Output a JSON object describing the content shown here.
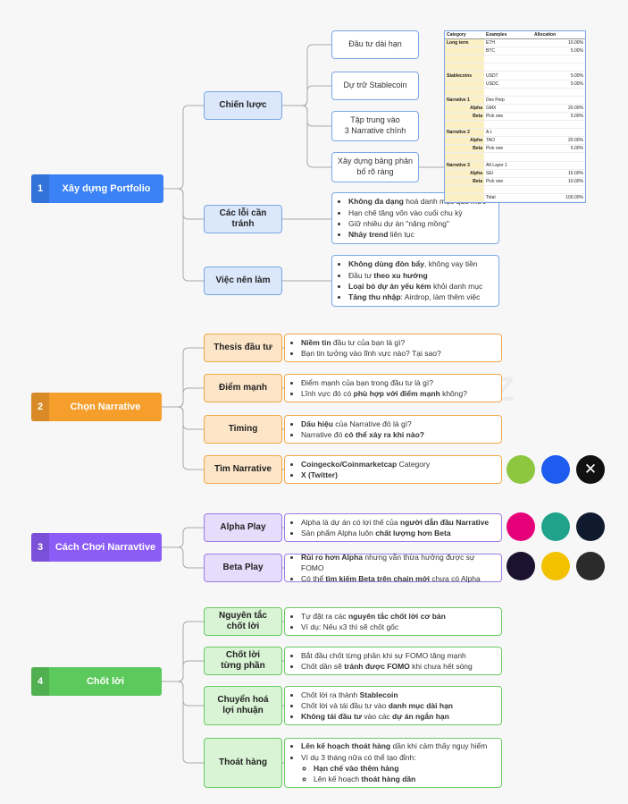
{
  "sections": [
    {
      "num": "1",
      "title": "Xây dựng Portfolio",
      "color": "#3b82f6"
    },
    {
      "num": "2",
      "title": "Chọn Narrative",
      "color": "#f59e2c"
    },
    {
      "num": "3",
      "title": "Cách Chơi Narravtive",
      "color": "#8b5cf6"
    },
    {
      "num": "4",
      "title": "Chốt lời",
      "color": "#5cc95c"
    }
  ],
  "s1": {
    "strategy": "Chiến lược",
    "leaves": [
      "Đầu tư dài hạn",
      "Dự trữ Stablecoin",
      "Tập trung vào\n3 Narrative chính",
      "Xây dựng bảng phân\nbổ rõ ràng"
    ],
    "mistakes": "Các lỗi cần tránh",
    "mistakes_items": [
      [
        {
          "t": "Không đa dạng",
          "b": true
        },
        {
          "t": " hoá danh mục quá mức"
        }
      ],
      [
        {
          "t": "Hạn chế tăng vốn vào cuối chu kỳ"
        }
      ],
      [
        {
          "t": "Giữ nhiều dự án \"nặng mồng\""
        }
      ],
      [
        {
          "t": "Nhảy trend",
          "b": true
        },
        {
          "t": " liên tục"
        }
      ]
    ],
    "todo": "Việc nên làm",
    "todo_items": [
      [
        {
          "t": "Không dùng đòn bẩy",
          "b": true
        },
        {
          "t": ", không vay tiền"
        }
      ],
      [
        {
          "t": "Đầu tư "
        },
        {
          "t": "theo xu hướng",
          "b": true
        }
      ],
      [
        {
          "t": "Loại bỏ dự án yếu kém",
          "b": true
        },
        {
          "t": " khỏi danh mục"
        }
      ],
      [
        {
          "t": "Tăng thu nhập",
          "b": true
        },
        {
          "t": ": Airdrop, làm thêm việc"
        }
      ]
    ]
  },
  "table": {
    "headers": [
      "Category",
      "Examples",
      "Allocation"
    ],
    "rows": [
      [
        "Long term",
        "ETH",
        "10.00%"
      ],
      [
        "",
        "BTC",
        "5.00%"
      ],
      [
        "",
        "",
        ""
      ],
      [
        "",
        "",
        ""
      ],
      [
        "Stablecoins",
        "USDT",
        "5.00%"
      ],
      [
        "",
        "USDC",
        "5.00%"
      ],
      [
        "",
        "",
        ""
      ],
      [
        "Narrative 1",
        "Dex Perp",
        ""
      ],
      [
        "Alpha",
        "GMX",
        "20.00%"
      ],
      [
        "Beta",
        "Pick one",
        "5.00%"
      ],
      [
        "",
        "",
        ""
      ],
      [
        "Narrative 2",
        "A.I.",
        ""
      ],
      [
        "Alpha",
        "TAO",
        "20.00%"
      ],
      [
        "Beta",
        "Pick one",
        "5.00%"
      ],
      [
        "",
        "",
        ""
      ],
      [
        "Narrative 3",
        "Alt Layer 1",
        ""
      ],
      [
        "Alpha",
        "SEI",
        "15.00%"
      ],
      [
        "Beta",
        "Pick one",
        "10.00%"
      ],
      [
        "",
        "",
        ""
      ],
      [
        "",
        "Total",
        "100.00%"
      ]
    ]
  },
  "s2": {
    "items": [
      {
        "label": "Thesis đầu tư",
        "lines": [
          [
            {
              "t": "Niềm tin",
              "b": true
            },
            {
              "t": " đầu tư của bạn là gì?"
            }
          ],
          [
            {
              "t": "Bạn tin tưởng vào lĩnh vực nào? Tại sao?"
            }
          ]
        ]
      },
      {
        "label": "Điểm mạnh",
        "lines": [
          [
            {
              "t": "Điểm mạnh của bạn trong đầu tư là gì?"
            }
          ],
          [
            {
              "t": "Lĩnh vực đó có "
            },
            {
              "t": "phù hợp với điểm mạnh",
              "b": true
            },
            {
              "t": " không?"
            }
          ]
        ]
      },
      {
        "label": "Timing",
        "lines": [
          [
            {
              "t": "Dấu hiệu",
              "b": true
            },
            {
              "t": " của Narrative đó là gì?"
            }
          ],
          [
            {
              "t": "Narrative đó "
            },
            {
              "t": "có thể xảy ra khi nào?",
              "b": true
            }
          ]
        ]
      },
      {
        "label": "Tìm Narrative",
        "lines": [
          [
            {
              "t": "Coingecko/Coinmarketcap",
              "b": true
            },
            {
              "t": " Category"
            }
          ],
          [
            {
              "t": "X (Twitter)",
              "b": true
            }
          ]
        ]
      }
    ]
  },
  "s3": {
    "items": [
      {
        "label": "Alpha Play",
        "lines": [
          [
            {
              "t": "Alpha là dự án có lợi thế của "
            },
            {
              "t": "người dẫn đầu Narrative",
              "b": true
            }
          ],
          [
            {
              "t": "Sản phẩm Alpha luôn "
            },
            {
              "t": "chất lượng hơn Beta",
              "b": true
            }
          ]
        ]
      },
      {
        "label": "Beta Play",
        "lines": [
          [
            {
              "t": "Rủi ro hơn Alpha",
              "b": true
            },
            {
              "t": " nhưng vẫn thừa hưởng được sự FOMO"
            }
          ],
          [
            {
              "t": "Có thể "
            },
            {
              "t": "tìm kiếm Beta trên chain mới",
              "b": true
            },
            {
              "t": " chưa có Alpha"
            }
          ]
        ]
      }
    ]
  },
  "s4": {
    "items": [
      {
        "label": "Nguyên tắc\nchốt lời",
        "lines": [
          [
            {
              "t": "Tự đặt ra các "
            },
            {
              "t": "nguyên tắc chốt lời cơ bản",
              "b": true
            }
          ],
          [
            {
              "t": "Ví dụ: Nếu x3 thì sẽ chốt gốc"
            }
          ]
        ]
      },
      {
        "label": "Chốt lời\ntừng phần",
        "lines": [
          [
            {
              "t": "Bắt đầu chốt từng phần khi sự FOMO tăng mạnh"
            }
          ],
          [
            {
              "t": "Chốt dần sẽ "
            },
            {
              "t": "tránh được FOMO",
              "b": true
            },
            {
              "t": " khi chưa hết sóng"
            }
          ]
        ]
      },
      {
        "label": "Chuyển hoá\nlợi nhuận",
        "lines": [
          [
            {
              "t": "Chốt lời ra thành "
            },
            {
              "t": "Stablecoin",
              "b": true
            }
          ],
          [
            {
              "t": "Chốt lời và tái đầu tư vào "
            },
            {
              "t": "danh mục dài hạn",
              "b": true
            }
          ],
          [
            {
              "t": "Không tái đầu tư",
              "b": true
            },
            {
              "t": " vào các "
            },
            {
              "t": "dự án ngắn hạn",
              "b": true
            }
          ]
        ]
      },
      {
        "label": "Thoát hàng",
        "lines": [
          [
            {
              "t": "Lên kế hoạch thoát hàng",
              "b": true
            },
            {
              "t": " dần khi cảm thấy nguy hiểm"
            }
          ],
          [
            {
              "t": "Ví dụ 3 tháng nữa có thể tạo đỉnh:"
            }
          ]
        ],
        "sub": [
          [
            {
              "t": "Hạn chế vào thêm hàng",
              "b": true
            }
          ],
          [
            {
              "t": "Lên kế hoạch "
            },
            {
              "t": "thoát hàng dần",
              "b": true
            }
          ]
        ]
      }
    ]
  },
  "icons": {
    "narrative": [
      {
        "name": "coingecko-logo-icon",
        "bg": "#8dc63f"
      },
      {
        "name": "coinmarketcap-logo-icon",
        "bg": "#1e5cf0"
      },
      {
        "name": "x-twitter-logo-icon",
        "bg": "#111111"
      }
    ],
    "alpha": [
      {
        "name": "uniswap-logo-icon",
        "bg": "#e5007a"
      },
      {
        "name": "mantle-logo-icon",
        "bg": "#1fa38a"
      },
      {
        "name": "arbitrum-logo-icon",
        "bg": "#0f1a2e"
      }
    ],
    "beta": [
      {
        "name": "project-a-logo-icon",
        "bg": "#1b1230"
      },
      {
        "name": "project-b-logo-icon",
        "bg": "#f2c200"
      },
      {
        "name": "project-c-logo-icon",
        "bg": "#2b2b2b"
      }
    ]
  },
  "watermark": "TRINH ON ROBZ"
}
